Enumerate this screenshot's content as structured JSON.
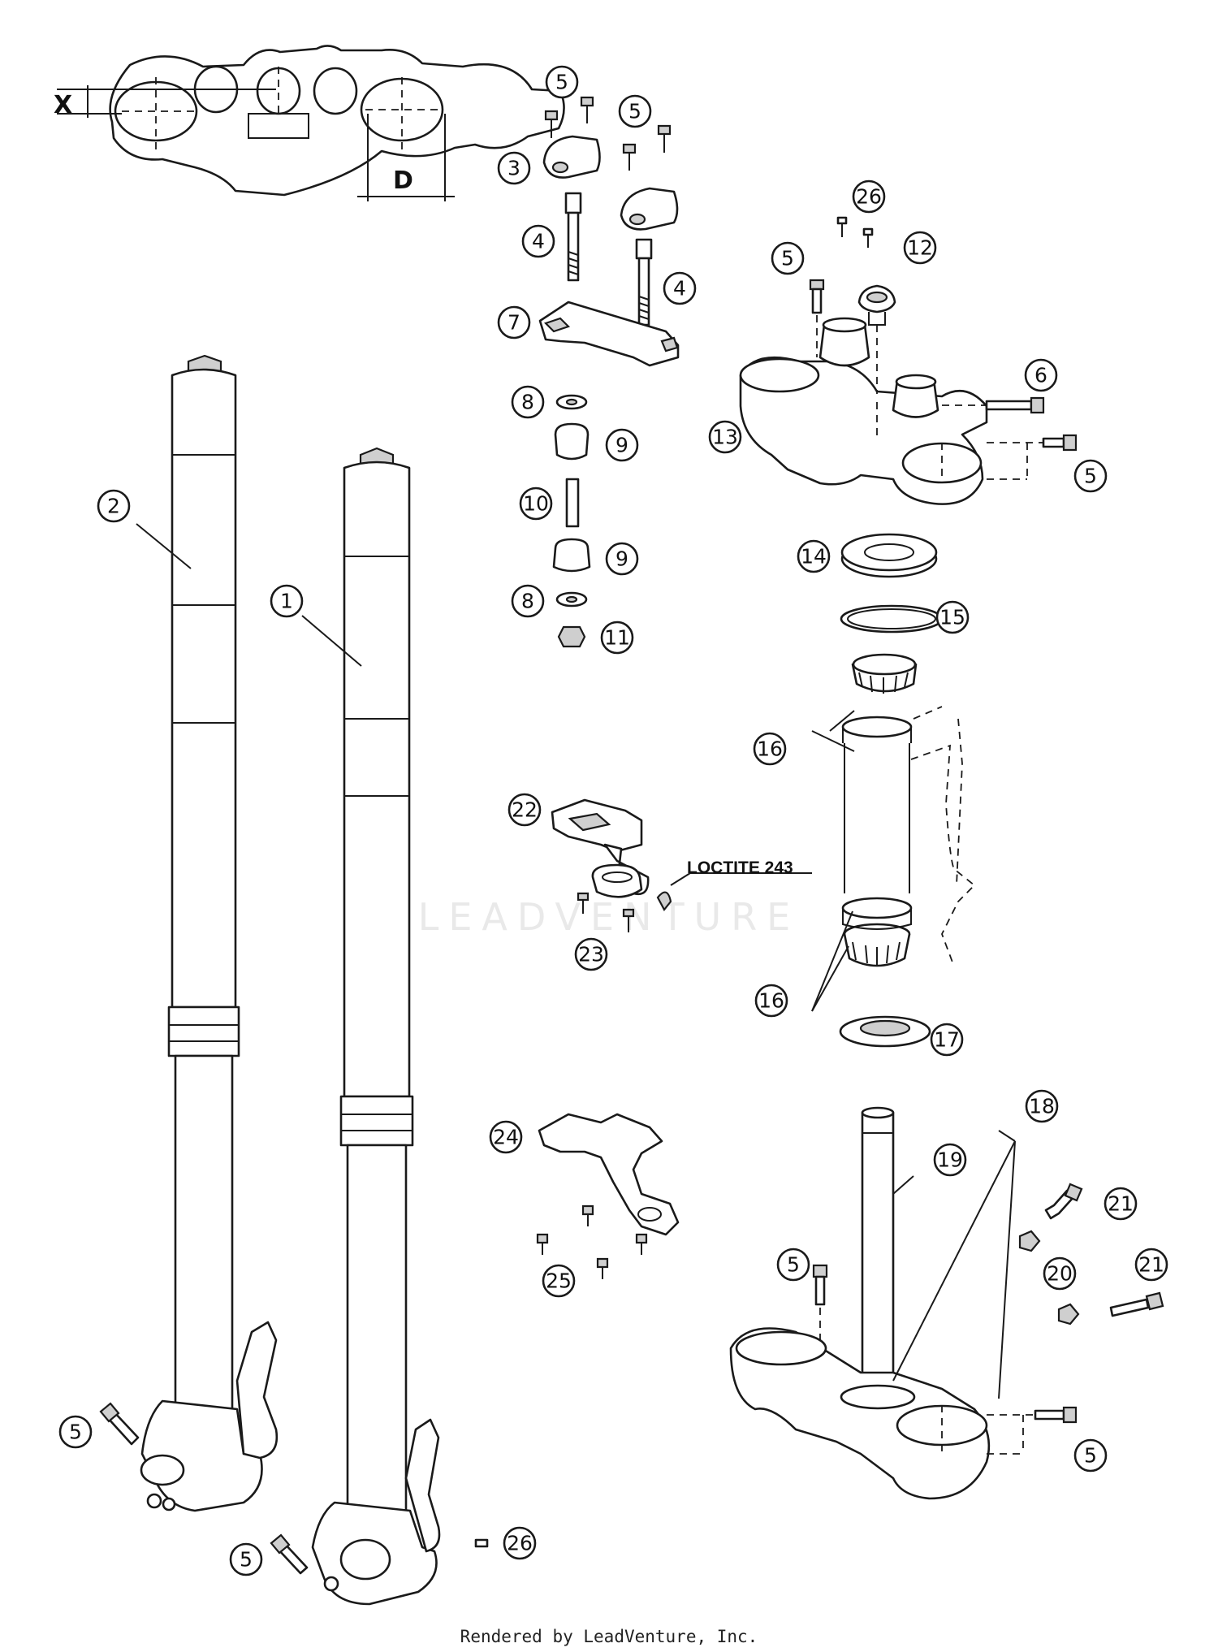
{
  "callouts": [
    "1",
    "2",
    "3",
    "4",
    "5",
    "6",
    "7",
    "8",
    "9",
    "10",
    "11",
    "12",
    "13",
    "14",
    "15",
    "16",
    "17",
    "18",
    "19",
    "20",
    "21",
    "22",
    "23",
    "24",
    "25",
    "26"
  ],
  "dimension_labels": {
    "x": "X",
    "d": "D"
  },
  "annotation": "LOCTITE 243",
  "watermark": "LEADVENTURE",
  "footer": "Rendered by LeadVenture, Inc."
}
